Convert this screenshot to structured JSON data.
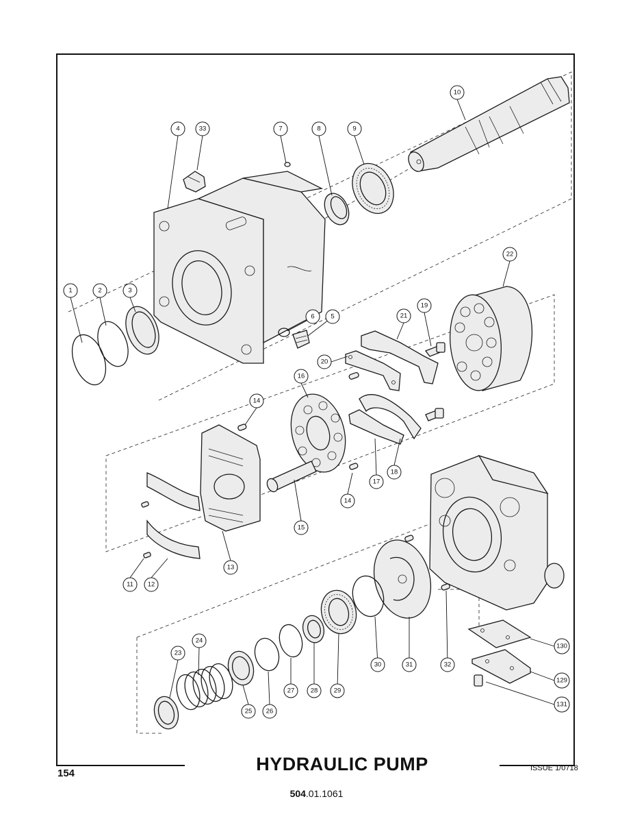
{
  "page_number": "154",
  "title": "HYDRAULIC PUMP",
  "issue": "ISSUE 1/0718",
  "doc_number_bold": "504",
  "doc_number_rest": ".01.1061",
  "callouts": [
    {
      "n": "1"
    },
    {
      "n": "2"
    },
    {
      "n": "3"
    },
    {
      "n": "4"
    },
    {
      "n": "5"
    },
    {
      "n": "6"
    },
    {
      "n": "7"
    },
    {
      "n": "8"
    },
    {
      "n": "9"
    },
    {
      "n": "10"
    },
    {
      "n": "11"
    },
    {
      "n": "12"
    },
    {
      "n": "13"
    },
    {
      "n": "14"
    },
    {
      "n": "14"
    },
    {
      "n": "15"
    },
    {
      "n": "16"
    },
    {
      "n": "17"
    },
    {
      "n": "18"
    },
    {
      "n": "19"
    },
    {
      "n": "20"
    },
    {
      "n": "21"
    },
    {
      "n": "22"
    },
    {
      "n": "23"
    },
    {
      "n": "24"
    },
    {
      "n": "25"
    },
    {
      "n": "26"
    },
    {
      "n": "27"
    },
    {
      "n": "28"
    },
    {
      "n": "29"
    },
    {
      "n": "30"
    },
    {
      "n": "31"
    },
    {
      "n": "32"
    },
    {
      "n": "33"
    },
    {
      "n": "129"
    },
    {
      "n": "130"
    },
    {
      "n": "131"
    }
  ]
}
